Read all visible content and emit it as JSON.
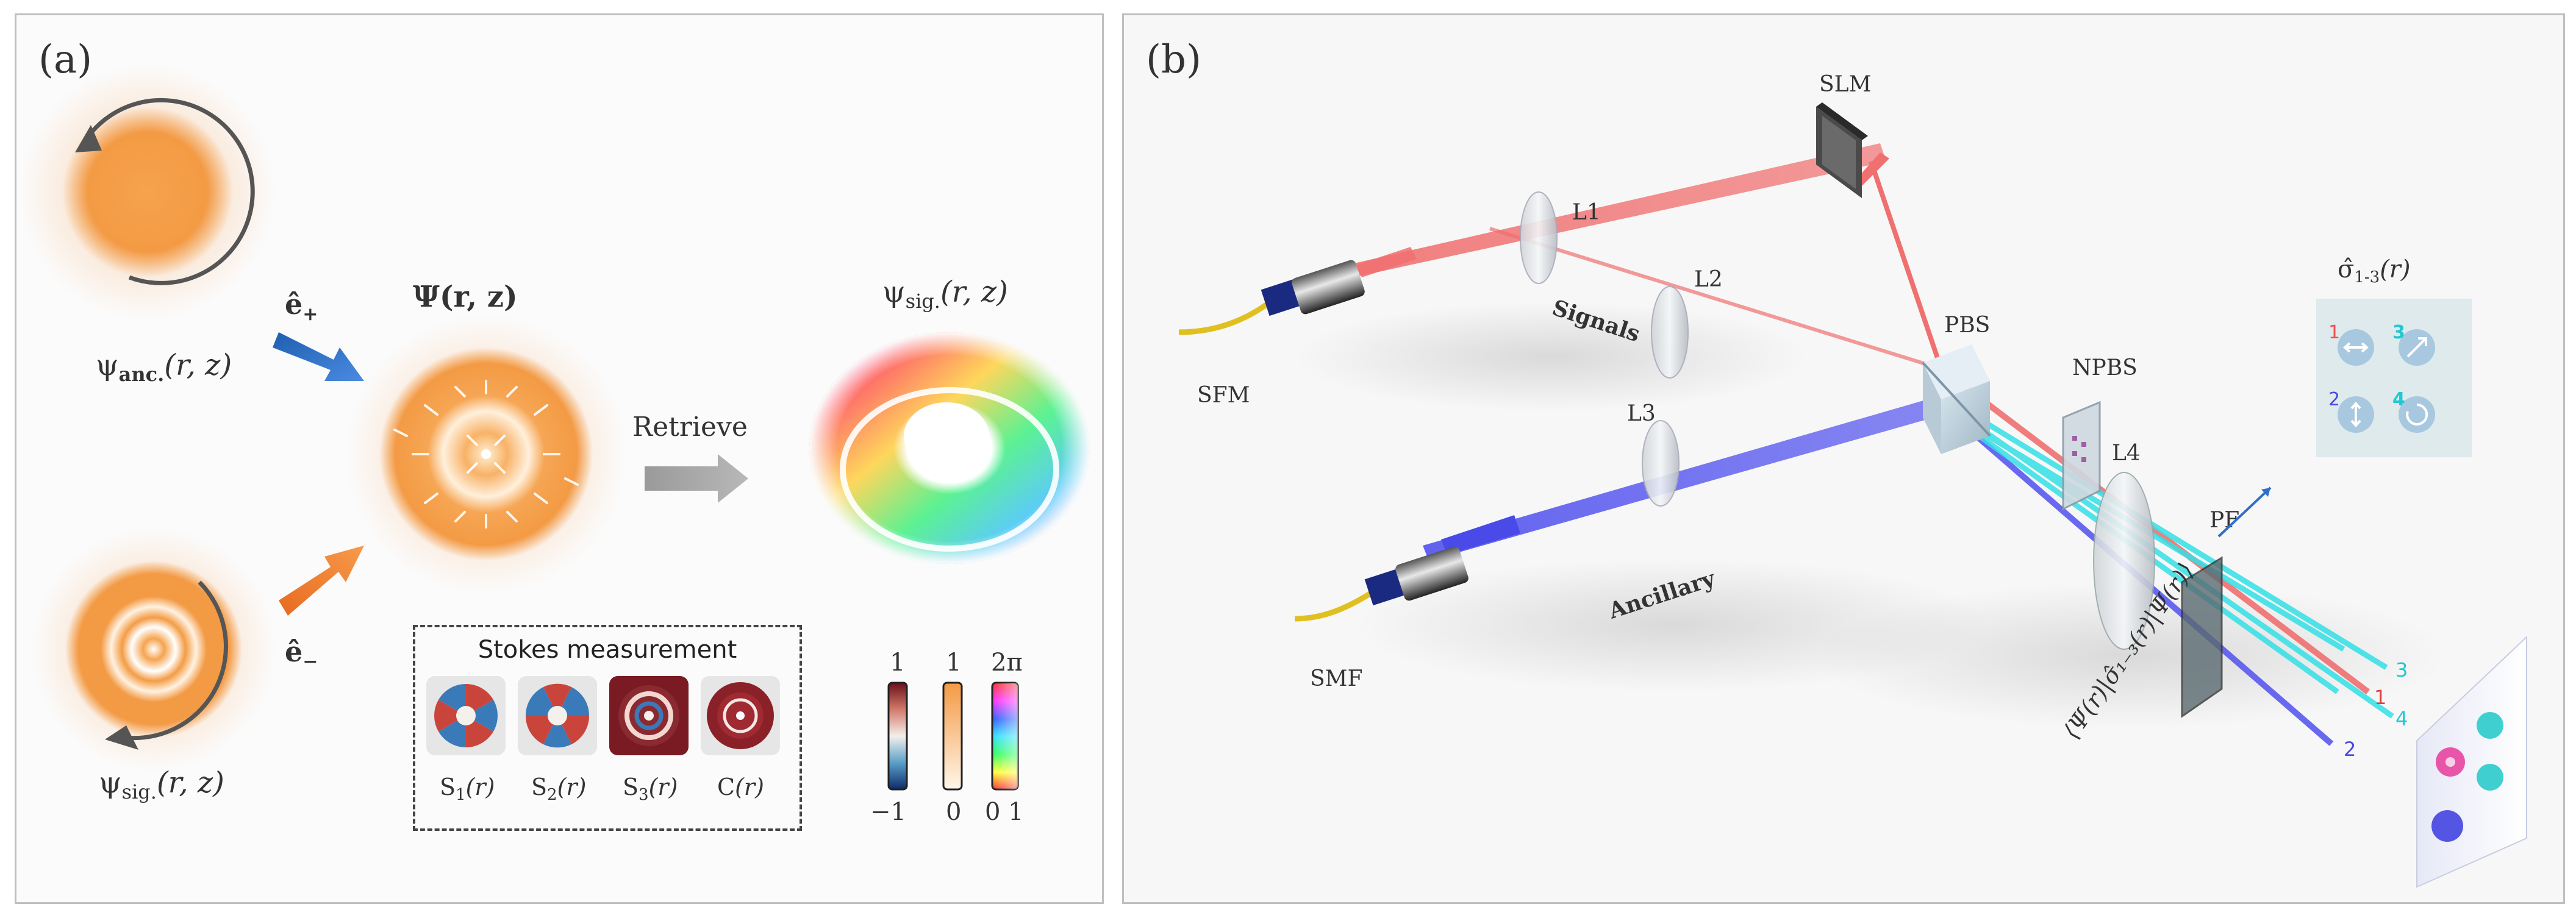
{
  "panel_a": {
    "label": "(a)",
    "psi_anc": "ψ",
    "psi_anc_sub": "anc.",
    "psi_anc_args": "(r, z)",
    "psi_sig": "ψ",
    "psi_sig_sub": "sig.",
    "psi_sig_args": "(r, z)",
    "e_plus": "ê",
    "e_plus_sub": "+",
    "e_minus": "ê",
    "e_minus_sub": "−",
    "big_psi": "Ψ(r, z)",
    "retrieve": "Retrieve",
    "psi_sig_out": "ψ",
    "psi_sig_out_sub": "sig.",
    "psi_sig_out_args": "(r, z)",
    "stokes_title": "Stokes measurement",
    "stokes_items": [
      {
        "name": "S",
        "sub": "1",
        "args": "(r)"
      },
      {
        "name": "S",
        "sub": "2",
        "args": "(r)"
      },
      {
        "name": "S",
        "sub": "3",
        "args": "(r)"
      },
      {
        "name": "C",
        "sub": "",
        "args": "(r)"
      }
    ],
    "colorbars": {
      "bar1_top": "1",
      "bar1_bottom": "−1",
      "bar2_top": "1",
      "bar2_bottom": "0",
      "bar3_top": "2π",
      "bar3_bottom": "0 1"
    }
  },
  "panel_b": {
    "label": "(b)",
    "components": {
      "slm": "SLM",
      "l1": "L1",
      "l2": "L2",
      "l3": "L3",
      "l4": "L4",
      "pbs": "PBS",
      "npbs": "NPBS",
      "pf": "PF",
      "sfm": "SFM",
      "smf": "SMF",
      "signals": "Signals",
      "ancillary": "Ancillary"
    },
    "sigma_title": "σ̂",
    "sigma_sub": "1-3",
    "sigma_args": "(r)",
    "sigma_cells": [
      "1",
      "3",
      "2",
      "4"
    ],
    "beam_labels": [
      "3",
      "1",
      "4",
      "2"
    ],
    "expectation": "⟨Ψ(r)|σ̂₁₋₃(r)|Ψ(r)⟩"
  },
  "colors": {
    "orange": "#f4a04a",
    "signal_red": "#f07070",
    "ancillary_blue": "#5a5af0",
    "cyan": "#33e0e6",
    "arrow_blue": "#2f6fc8",
    "arrow_orange": "#f07a2a",
    "stokes_dark_red": "#7a1a22"
  }
}
